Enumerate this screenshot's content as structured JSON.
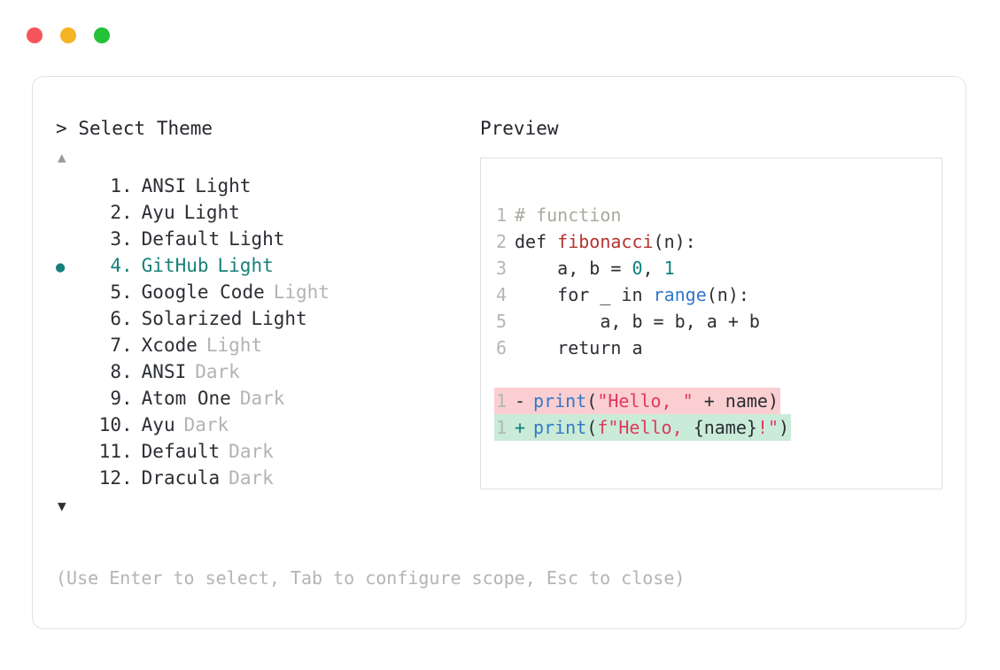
{
  "window": {
    "traffic_lights": [
      {
        "name": "close-button",
        "color": "#f5555a"
      },
      {
        "name": "minimize-button",
        "color": "#f5b326"
      },
      {
        "name": "maximize-button",
        "color": "#24c236"
      }
    ]
  },
  "left": {
    "prompt_caret": ">",
    "prompt_title": "Select Theme",
    "scroll_up_glyph": "▲",
    "scroll_down_glyph": "▼",
    "selected_index": 4,
    "bullet_glyph": "●",
    "index_separator": ".",
    "themes": [
      {
        "index": "1",
        "name": "ANSI",
        "mode": "Light",
        "mode_dim": false,
        "selected": false
      },
      {
        "index": "2",
        "name": "Ayu",
        "mode": "Light",
        "mode_dim": false,
        "selected": false
      },
      {
        "index": "3",
        "name": "Default",
        "mode": "Light",
        "mode_dim": false,
        "selected": false
      },
      {
        "index": "4",
        "name": "GitHub",
        "mode": "Light",
        "mode_dim": false,
        "selected": true
      },
      {
        "index": "5",
        "name": "Google Code",
        "mode": "Light",
        "mode_dim": true,
        "selected": false
      },
      {
        "index": "6",
        "name": "Solarized",
        "mode": "Light",
        "mode_dim": false,
        "selected": false
      },
      {
        "index": "7",
        "name": "Xcode",
        "mode": "Light",
        "mode_dim": true,
        "selected": false
      },
      {
        "index": "8",
        "name": "ANSI",
        "mode": "Dark",
        "mode_dim": true,
        "selected": false
      },
      {
        "index": "9",
        "name": "Atom One",
        "mode": "Dark",
        "mode_dim": true,
        "selected": false
      },
      {
        "index": "10",
        "name": "Ayu",
        "mode": "Dark",
        "mode_dim": true,
        "selected": false
      },
      {
        "index": "11",
        "name": "Default",
        "mode": "Dark",
        "mode_dim": true,
        "selected": false
      },
      {
        "index": "12",
        "name": "Dracula",
        "mode": "Dark",
        "mode_dim": true,
        "selected": false
      }
    ]
  },
  "hint": "(Use Enter to select, Tab to configure scope, Esc to close)",
  "right": {
    "preview_label": "Preview",
    "code_lines": [
      {
        "ln": "1",
        "tokens": [
          {
            "t": "# function",
            "c": "com"
          }
        ]
      },
      {
        "ln": "2",
        "tokens": [
          {
            "t": "def ",
            "c": "kw"
          },
          {
            "t": "fibonacci",
            "c": "fn"
          },
          {
            "t": "(n):",
            "c": "pun"
          }
        ]
      },
      {
        "ln": "3",
        "tokens": [
          {
            "t": "    a, b = ",
            "c": "pun"
          },
          {
            "t": "0",
            "c": "num"
          },
          {
            "t": ", ",
            "c": "pun"
          },
          {
            "t": "1",
            "c": "num"
          }
        ]
      },
      {
        "ln": "4",
        "tokens": [
          {
            "t": "    for _ in ",
            "c": "pun"
          },
          {
            "t": "range",
            "c": "bi"
          },
          {
            "t": "(n):",
            "c": "pun"
          }
        ]
      },
      {
        "ln": "5",
        "tokens": [
          {
            "t": "        a, b = b, a + b",
            "c": "pun"
          }
        ]
      },
      {
        "ln": "6",
        "tokens": [
          {
            "t": "    return a",
            "c": "pun"
          }
        ]
      }
    ],
    "diff_lines": [
      {
        "ln": "1",
        "kind": "del",
        "sign": "-",
        "tokens": [
          {
            "t": "print",
            "c": "bi"
          },
          {
            "t": "(",
            "c": "pun"
          },
          {
            "t": "\"Hello, \"",
            "c": "str"
          },
          {
            "t": " + name)",
            "c": "pun"
          }
        ]
      },
      {
        "ln": "1",
        "kind": "add",
        "sign": "+",
        "tokens": [
          {
            "t": "print",
            "c": "bi"
          },
          {
            "t": "(",
            "c": "pun"
          },
          {
            "t": "f\"Hello, ",
            "c": "str"
          },
          {
            "t": "{name}",
            "c": "pun"
          },
          {
            "t": "!\"",
            "c": "str"
          },
          {
            "t": ")",
            "c": "pun"
          }
        ]
      }
    ]
  },
  "colors": {
    "accent_teal": "#17807a",
    "text": "#2b2e33",
    "muted": "#b3b4b7",
    "border": "#e3e3e5",
    "diff_del_bg": "#fbcfd2",
    "diff_add_bg": "#c9ebd7",
    "token_comment": "#a8aa9f",
    "token_function": "#b5332f",
    "token_number": "#11807b",
    "token_builtin": "#3278c8",
    "token_string": "#e0385e"
  }
}
